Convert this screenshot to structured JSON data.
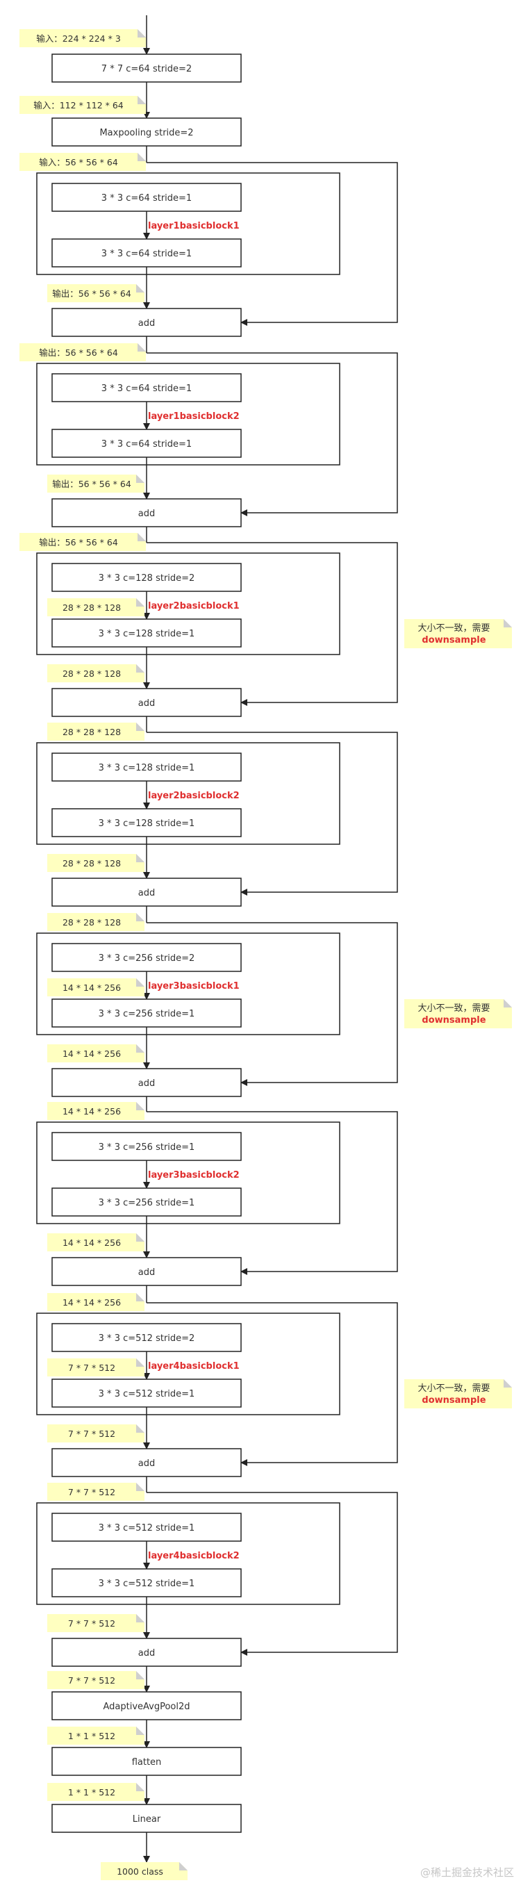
{
  "colors": {
    "note_fill": "#ffffc0",
    "note_fold": "#cfcfcf",
    "label_red": "#e03030",
    "line": "#222222",
    "box_border": "#222222"
  },
  "input_notes": [
    "输入：224 * 224 * 3",
    "输入：112 * 112 * 64",
    "输入：56 * 56 * 64"
  ],
  "stem": {
    "conv": "7 * 7  c=64  stride=2",
    "pool": "Maxpooling  stride=2"
  },
  "blocks": [
    {
      "label": "layer1basicblock1",
      "conv1": "3 * 3  c=64  stride=1",
      "conv2": "3 * 3  c=64  stride=1",
      "mid_note": "",
      "out_note": "输出：56 * 56 * 64",
      "in_note": "输入：56 * 56 * 64",
      "add": "add",
      "downsample": false
    },
    {
      "label": "layer1basicblock2",
      "conv1": "3 * 3  c=64  stride=1",
      "conv2": "3 * 3  c=64  stride=1",
      "mid_note": "",
      "out_note": "输出：56 * 56 * 64",
      "in_note": "输出：56 * 56 * 64",
      "add": "add",
      "downsample": false
    },
    {
      "label": "layer2basicblock1",
      "conv1": "3 * 3  c=128  stride=2",
      "conv2": "3 * 3  c=128  stride=1",
      "mid_note": "28 * 28 * 128",
      "out_note": "28 * 28 * 128",
      "in_note": "输出：56 * 56 * 64",
      "add": "add",
      "downsample": true
    },
    {
      "label": "layer2basicblock2",
      "conv1": "3 * 3  c=128  stride=1",
      "conv2": "3 * 3  c=128  stride=1",
      "mid_note": "",
      "out_note": "28 * 28 * 128",
      "in_note": "28 * 28 * 128",
      "add": "add",
      "downsample": false
    },
    {
      "label": "layer3basicblock1",
      "conv1": "3 * 3  c=256  stride=2",
      "conv2": "3 * 3  c=256  stride=1",
      "mid_note": "14 * 14 * 256",
      "out_note": "14 * 14 * 256",
      "in_note": "28 * 28 * 128",
      "add": "add",
      "downsample": true
    },
    {
      "label": "layer3basicblock2",
      "conv1": "3 * 3  c=256  stride=1",
      "conv2": "3 * 3  c=256  stride=1",
      "mid_note": "",
      "out_note": "14 * 14 * 256",
      "in_note": "14 * 14 * 256",
      "add": "add",
      "downsample": false
    },
    {
      "label": "layer4basicblock1",
      "conv1": "3 * 3  c=512  stride=2",
      "conv2": "3 * 3  c=512  stride=1",
      "mid_note": "7 * 7 * 512",
      "out_note": "7 * 7 * 512",
      "in_note": "14 * 14 * 256",
      "add": "add",
      "downsample": true
    },
    {
      "label": "layer4basicblock2",
      "conv1": "3 * 3  c=512  stride=1",
      "conv2": "3 * 3  c=512  stride=1",
      "mid_note": "",
      "out_note": "7 * 7 * 512",
      "in_note": "7 * 7 * 512",
      "add": "add",
      "downsample": false
    }
  ],
  "downsample_note": {
    "line1": "大小不一致，需要",
    "line2": "downsample"
  },
  "head": {
    "pool_note": "7 * 7 * 512",
    "pool": "AdaptiveAvgPool2d",
    "flatten_note": "1 * 1 * 512",
    "flatten": "flatten",
    "linear_note": "1 * 1 * 512",
    "linear": "Linear",
    "output_note": "1000 class"
  },
  "watermark": "@稀土掘金技术社区"
}
